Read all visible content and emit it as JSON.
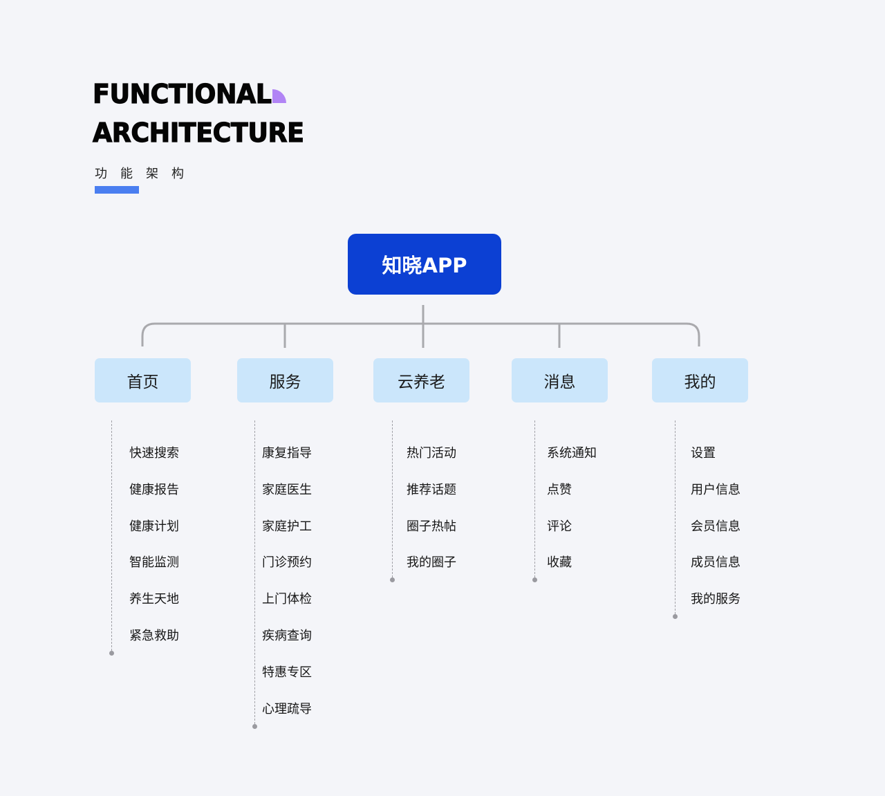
{
  "header": {
    "title_line1": "FUNCTIONAL",
    "title_line2": "ARCHITECTURE",
    "subtitle": "功能架构",
    "accent_colors": {
      "quarter_circle": "#b184f5",
      "underline_bar": "#4a7ef0"
    }
  },
  "root": {
    "label": "知晓APP",
    "color": "#0c40d3"
  },
  "category_color": "#cbe6fb",
  "categories": [
    {
      "label": "首页",
      "children": [
        "快速搜索",
        "健康报告",
        "健康计划",
        "智能监测",
        "养生天地",
        "紧急救助"
      ]
    },
    {
      "label": "服务",
      "children": [
        "康复指导",
        "家庭医生",
        "家庭护工",
        "门诊预约",
        "上门体检",
        "疾病查询",
        "特惠专区",
        "心理疏导"
      ]
    },
    {
      "label": "云养老",
      "children": [
        "热门活动",
        "推荐话题",
        "圈子热帖",
        "我的圈子"
      ]
    },
    {
      "label": "消息",
      "children": [
        "系统通知",
        "点赞",
        "评论",
        "收藏"
      ]
    },
    {
      "label": "我的",
      "children": [
        "设置",
        "用户信息",
        "会员信息",
        "成员信息",
        "我的服务"
      ]
    }
  ]
}
